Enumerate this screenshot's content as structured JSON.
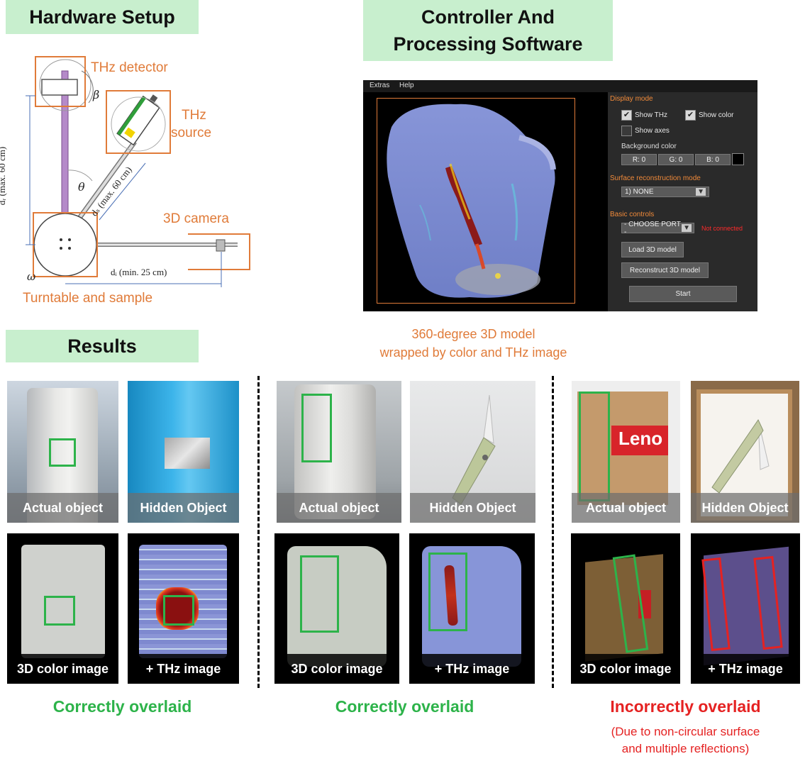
{
  "headers": {
    "hardware": "Hardware Setup",
    "controller_line1": "Controller And",
    "controller_line2": "Processing Software",
    "results": "Results"
  },
  "hardware_labels": {
    "detector": "THz detector",
    "source_line1": "THz",
    "source_line2": "source",
    "camera": "3D camera",
    "turntable": "Turntable and sample",
    "beta": "β",
    "theta": "θ",
    "omega": "ω",
    "dr": "dᵣ (max. 60 cm)",
    "ds": "dₛ (max. 60 cm)",
    "di": "dᵢ (min. 25 cm)"
  },
  "software": {
    "menu": [
      "Extras",
      "Help"
    ],
    "display_mode": "Display mode",
    "show_thz": "Show THz",
    "show_color": "Show color",
    "show_axes": "Show axes",
    "background_color": "Background color",
    "r": "R: 0",
    "g": "G: 0",
    "b": "B: 0",
    "surface_mode": "Surface reconstruction mode",
    "surface_value": "1) NONE",
    "basic_controls": "Basic controls",
    "port": "- CHOOSE PORT -",
    "status": "Not connected",
    "load": "Load 3D model",
    "reconstruct": "Reconstruct 3D model",
    "start": "Start",
    "checked": {
      "show_thz": true,
      "show_color": true,
      "show_axes": false
    }
  },
  "caption_model_line1": "360-degree 3D model",
  "caption_model_line2": "wrapped by color and THz image",
  "labels": {
    "actual": "Actual object",
    "hidden": "Hidden Object",
    "color3d": "3D color image",
    "thz": "+ THz image"
  },
  "results_captions": {
    "correct": "Correctly overlaid",
    "incorrect": "Incorrectly overlaid",
    "reason_line1": "(Due to non-circular surface",
    "reason_line2": "and multiple reflections)"
  },
  "colors": {
    "header_bg": "#c8efce",
    "orange": "#e07b39",
    "green": "#2db34a",
    "red": "#e52222"
  }
}
